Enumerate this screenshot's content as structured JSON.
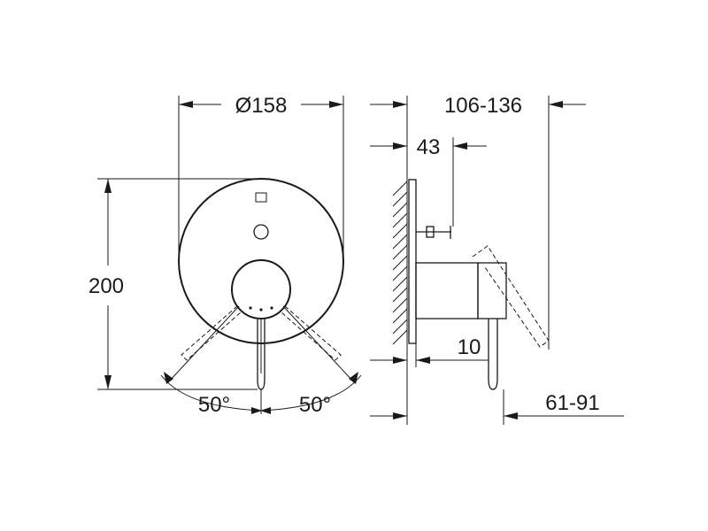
{
  "dimensions": {
    "diameter": "Ø158",
    "height": "200",
    "depth_range": "106-136",
    "spout_depth": "43",
    "wall_offset": "10",
    "lever_range": "61-91",
    "angle_left": "50°",
    "angle_right": "50°"
  },
  "colors": {
    "line": "#1a1a1a",
    "background": "#ffffff"
  }
}
